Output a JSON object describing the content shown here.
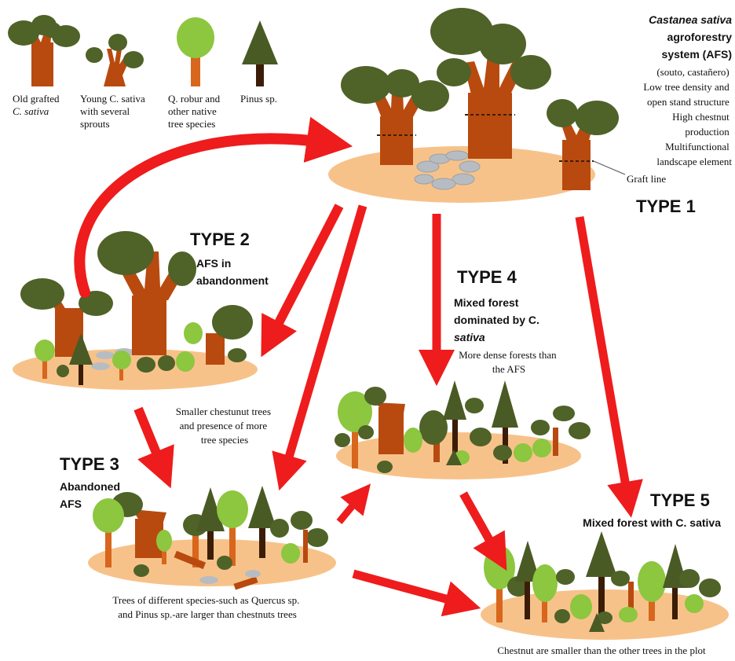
{
  "colors": {
    "arrow": "#ee1c1c",
    "trunk": "#b84a0f",
    "trunk_dark": "#7d2e05",
    "canopy_dark": "#4f6228",
    "canopy_light": "#8dc63f",
    "pine": "#4a5a24",
    "pine_trunk": "#3b1d07",
    "ground": "#f7c28a",
    "grass": "#6cbf2b",
    "stone": "#b7bcc2"
  },
  "legend": {
    "old_grafted": [
      "Old grafted",
      "C. sativa"
    ],
    "young_sativa": [
      "Young C. sativa",
      "with several",
      "sprouts"
    ],
    "q_robur": [
      "Q. robur and",
      "other native",
      "tree species"
    ],
    "pinus": "Pinus sp."
  },
  "type1": {
    "title": "TYPE 1",
    "heading": [
      "Castanea sativa",
      "agroforestry",
      "system (AFS)"
    ],
    "description": [
      "(souto, castañero)",
      "Low tree density and",
      "open stand structure",
      "High chestnut",
      "production",
      "Multifunctional",
      "landscape element"
    ],
    "graft_line": "Graft line"
  },
  "type2": {
    "title": "TYPE 2",
    "subtitle": [
      "AFS in",
      "abandonment"
    ],
    "note": [
      "Smaller chestunut trees",
      "and presence of more",
      "tree species"
    ]
  },
  "type3": {
    "title": "TYPE 3",
    "subtitle": [
      "Abandoned",
      "AFS"
    ],
    "note": [
      "Trees of different species-such as Quercus sp.",
      "and Pinus sp.-are larger than chestnuts trees"
    ]
  },
  "type4": {
    "title": "TYPE 4",
    "subtitle": [
      "Mixed forest",
      "dominated by C.",
      "sativa"
    ],
    "note": [
      "More dense forests than",
      "the AFS"
    ]
  },
  "type5": {
    "title": "TYPE 5",
    "subtitle": "Mixed forest with C. sativa",
    "note": "Chestnut are smaller than the other trees in the plot"
  }
}
